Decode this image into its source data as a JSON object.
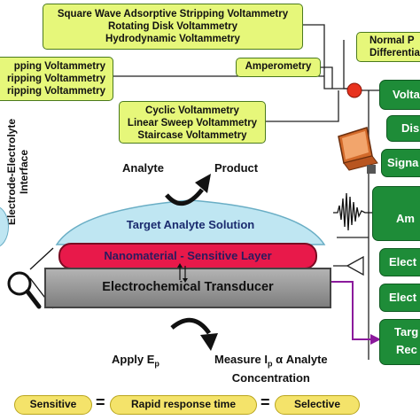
{
  "technique_boxes": {
    "stripping_top": [
      "Square Wave Adsorptive Stripping Voltammetry",
      "Rotating Disk Voltammetry",
      "Hydrodynamic Voltammetry"
    ],
    "pulse": [
      "Normal P",
      "Differential"
    ],
    "stripping_left": [
      "pping Voltammetry",
      "ripping Voltammetry",
      "ripping Voltammetry"
    ],
    "amperometry": "Amperometry",
    "sweep": [
      "Cyclic Voltammetry",
      "Linear Sweep Voltammetry",
      "Staircase Voltammetry"
    ]
  },
  "right_panel": [
    "Voltam",
    "Dis",
    "Signa",
    "Am",
    "Elect",
    "Elect",
    "Targ",
    "Rec"
  ],
  "sensor": {
    "interface_label": [
      "Electrode-Electrolyte",
      "Interface"
    ],
    "analyte": "Analyte",
    "product": "Product",
    "solution": "Target Analyte Solution",
    "layer": "Nanomaterial - Sensitive Layer",
    "transducer": "Electrochemical Transducer",
    "apply": "Apply E",
    "apply_sub": "p",
    "measure_line1": "Measure I",
    "measure_sub": "p",
    "measure_rest": " α Analyte",
    "measure_line2": "Concentration"
  },
  "criteria": {
    "sensitive": "Sensitive",
    "rapid": "Rapid response time",
    "selective": "Selective",
    "eq": "="
  },
  "colors": {
    "box_fill": "#e6f77a",
    "panel_green": "#1e8c38",
    "layer_red": "#e8194a",
    "solution_blue": "#bfe6f2",
    "transducer_gray": "#8f8f8f",
    "pill_yellow": "#f4e36a",
    "node_red": "#e8321e",
    "arrow_purple": "#8b1a9c"
  }
}
